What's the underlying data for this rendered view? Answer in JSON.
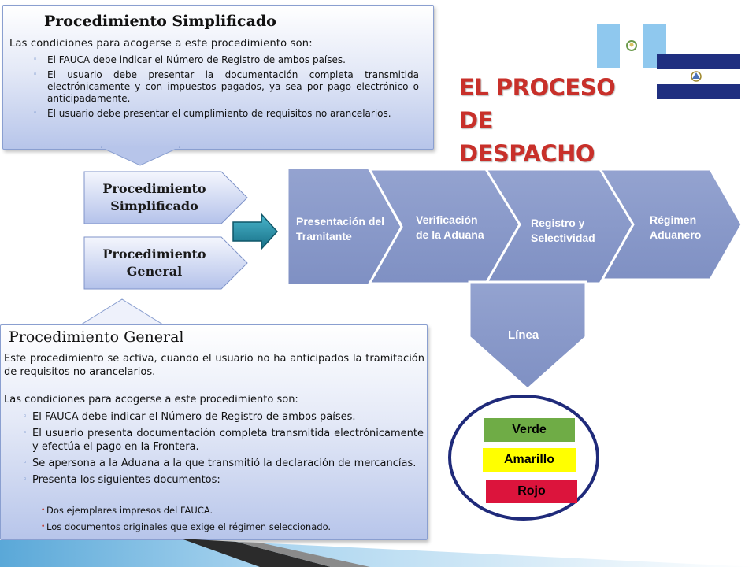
{
  "simplificado_box": {
    "title": "Procedimiento Simplificado",
    "intro": "Las condiciones para acogerse a este procedimiento son:",
    "items": [
      "El FAUCA debe indicar el Número de Registro de ambos países.",
      "El usuario debe presentar la documentación completa transmitida electrónicamente y con impuestos pagados, ya sea por pago electrónico o anticipadamente.",
      "El usuario debe presentar el cumplimiento de requisitos no arancelarios."
    ]
  },
  "general_box": {
    "title": "Procedimiento General",
    "para1": "Este procedimiento se activa, cuando el usuario no ha anticipados la tramitación de requisitos no arancelarios.",
    "para2": "Las condiciones para acogerse a este procedimiento son:",
    "items": [
      "El FAUCA debe indicar el Número de Registro de ambos países.",
      "El usuario presenta documentación completa transmitida electrónicamente y efectúa el pago en la Frontera.",
      "Se apersona a la Aduana a la que transmitió la declaración de mercancías.",
      "Presenta los siguientes documentos:"
    ],
    "subitems": [
      "Dos ejemplares impresos del FAUCA.",
      "Los documentos originales que exige el régimen seleccionado."
    ]
  },
  "buttons": {
    "simplificado": [
      "Procedimiento",
      "Simplificado"
    ],
    "general": [
      "Procedimiento",
      "General"
    ]
  },
  "title": [
    "EL PROCESO",
    "DE DESPACHO"
  ],
  "process_steps": [
    [
      "Presentación del",
      "Tramitante"
    ],
    [
      "Verificación",
      "de la Aduana"
    ],
    [
      "Registro y",
      "Selectividad"
    ],
    [
      "Régimen",
      "Aduanero"
    ]
  ],
  "linea_label": "Línea",
  "lights": [
    {
      "label": "Verde",
      "color": "#6fac46"
    },
    {
      "label": "Amarillo",
      "color": "#ffff00"
    },
    {
      "label": "Rojo",
      "color": "#dc143c"
    }
  ],
  "colors": {
    "title_red": "#c8302a",
    "process_fill": "#8a9ac9",
    "arrow_teal": "#1f8fa8",
    "guatemala_blue": "#8fc8ee",
    "el_salvador_blue": "#1f2f80"
  }
}
